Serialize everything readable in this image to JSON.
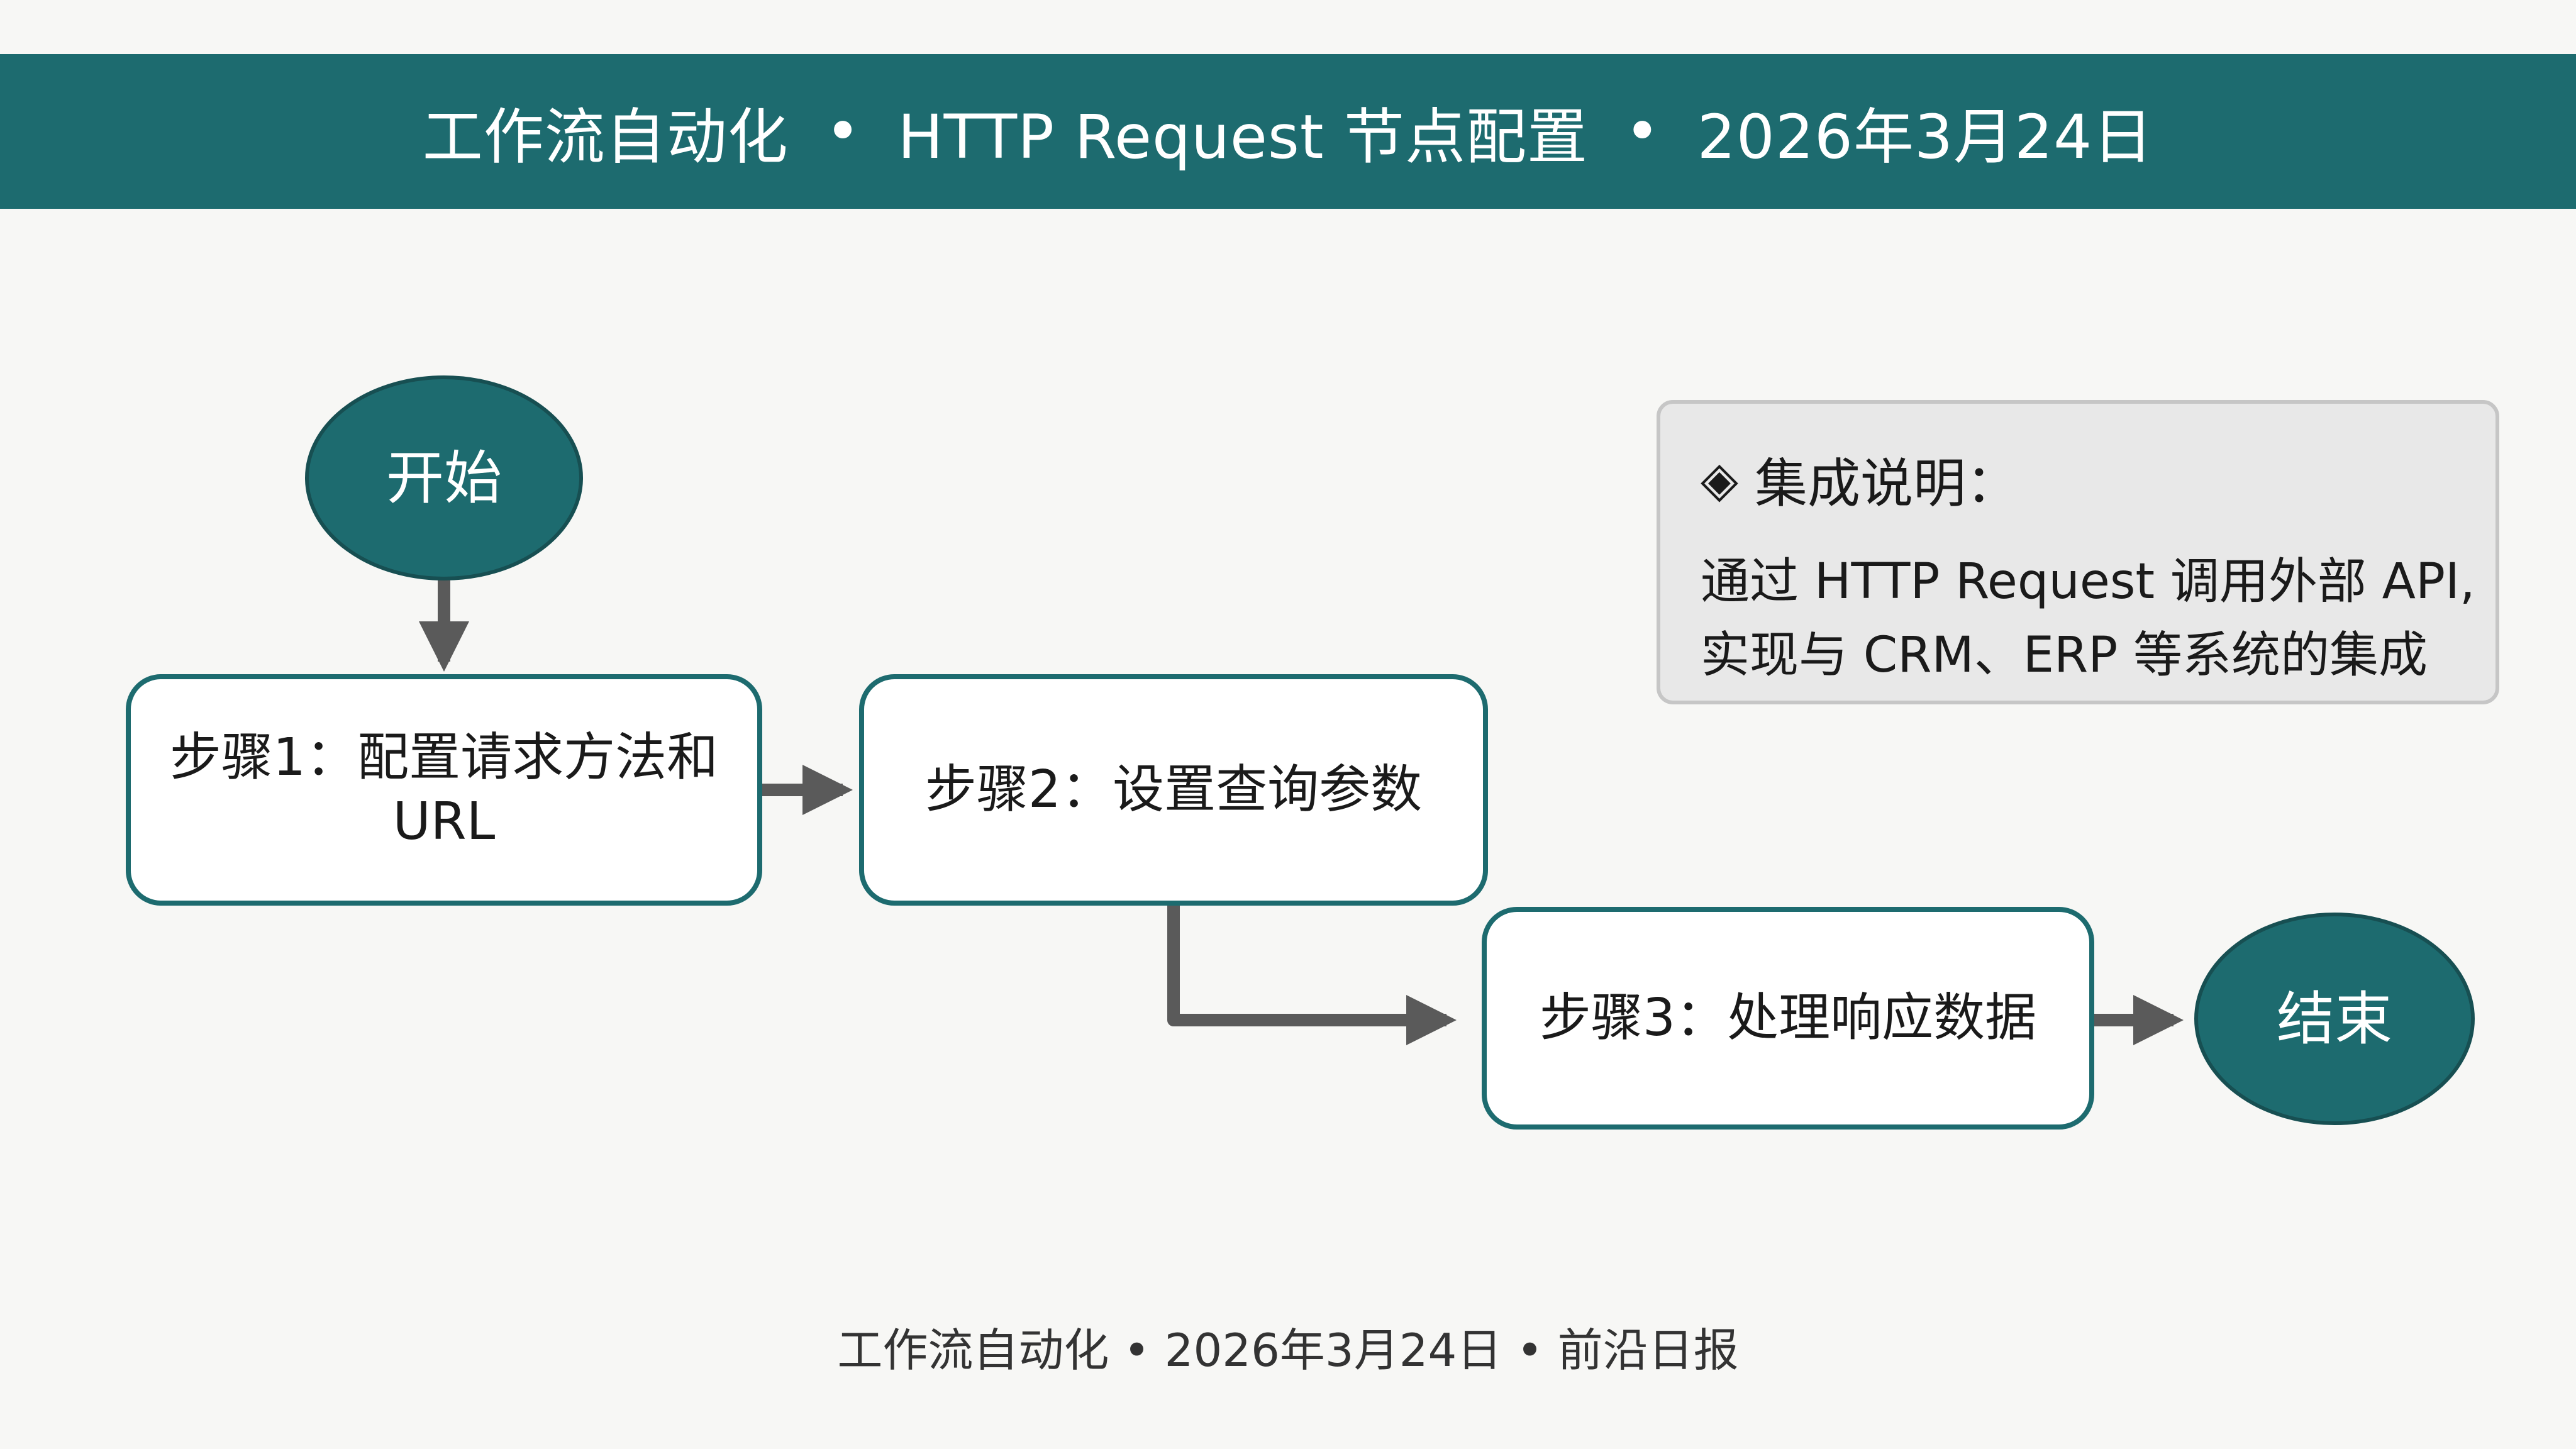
{
  "header": {
    "topic": "工作流自动化",
    "separator": "•",
    "subject": "HTTP Request 节点配置",
    "date": "2026年3月24日"
  },
  "flow": {
    "start": "开始",
    "step1_line1": "步骤1：配置请求方法和",
    "step1_line2": "URL",
    "step2": "步骤2：设置查询参数",
    "step3": "步骤3：处理响应数据",
    "end": "结束"
  },
  "note": {
    "icon": "diamond-icon",
    "title": "集成说明：",
    "line1": "通过 HTTP Request 调用外部 API,",
    "line2": "实现与 CRM、ERP 等系统的集成"
  },
  "footer": {
    "text": "工作流自动化 • 2026年3月24日 • 前沿日报"
  },
  "colors": {
    "accent": "#1d6b6f",
    "arrow": "#5a5a5a",
    "note_bg": "#e8e8e8"
  }
}
